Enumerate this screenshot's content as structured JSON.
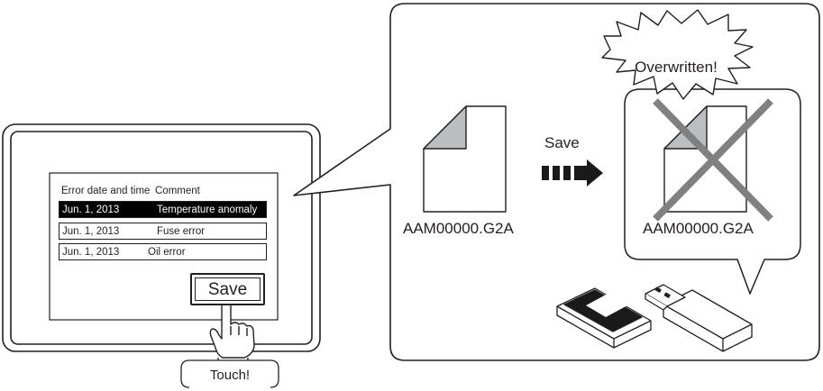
{
  "screen": {
    "table_header": {
      "col1": "Error date and time",
      "col2": "Comment"
    },
    "rows": [
      {
        "date": "Jun. 1, 2013",
        "comment": "Temperature anomaly",
        "selected": true
      },
      {
        "date": "Jun. 1, 2013",
        "comment": "Fuse error",
        "selected": false
      },
      {
        "date": "Jun. 1, 2013",
        "comment": "Oil error",
        "selected": false
      }
    ],
    "save_button_label": "Save",
    "touch_callout": "Touch!"
  },
  "detail": {
    "save_arrow_label": "Save",
    "source_file_name": "AAM00000.G2A",
    "overwritten_file_name": "AAM00000.G2A",
    "burst_label": "Overwritten!"
  },
  "icons": [
    "touch-hand-icon",
    "file-icon",
    "dashed-arrow-icon",
    "cross-icon",
    "sd-card-icon",
    "usb-stick-icon"
  ],
  "colors": {
    "line": "#231f20",
    "file_fold": "#bcbec0",
    "cross": "#808080",
    "selected_row": "#000000"
  }
}
